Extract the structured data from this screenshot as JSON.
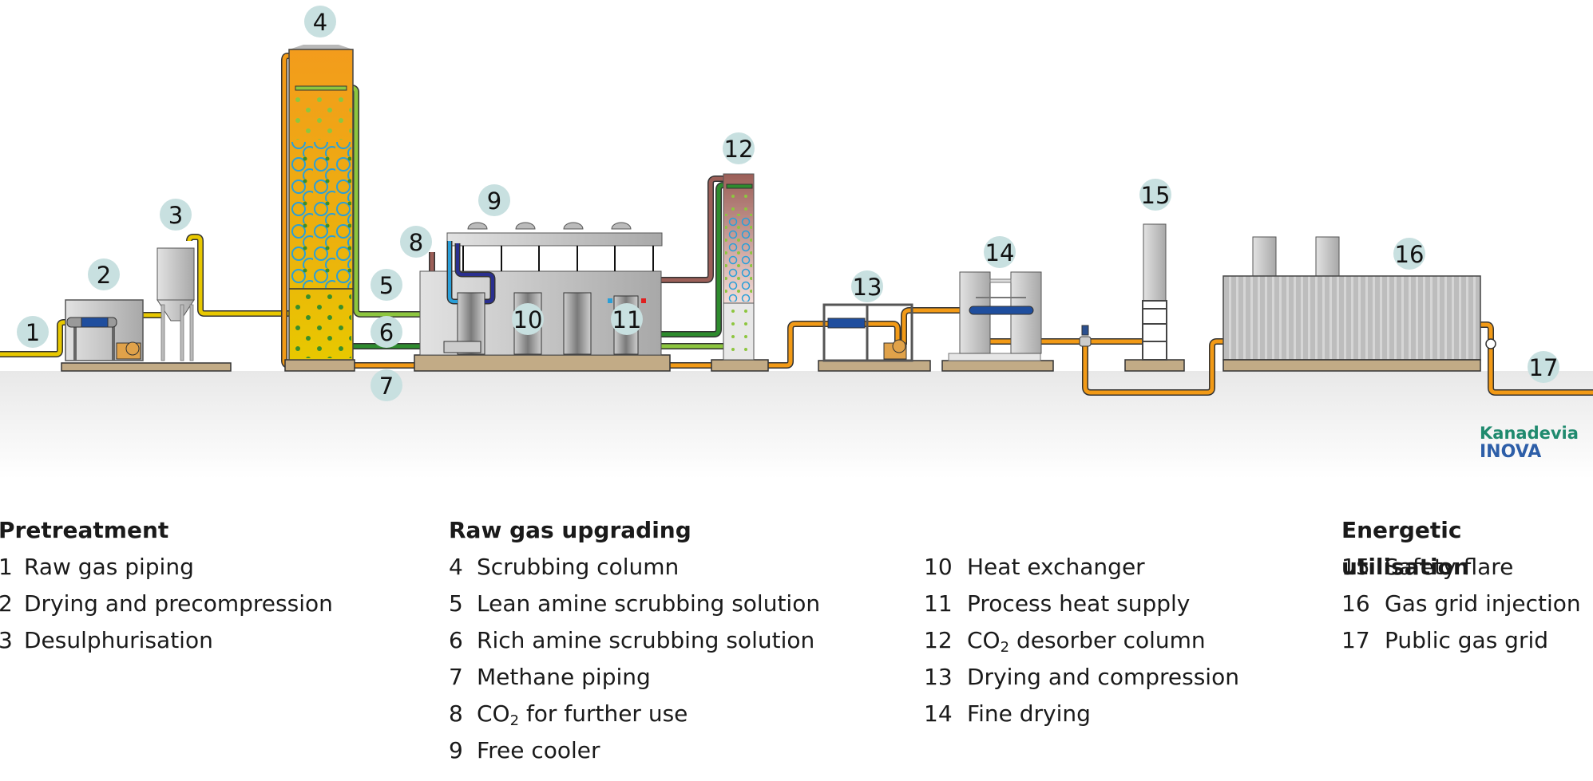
{
  "colors": {
    "badge": "#c8e0e0",
    "raw_gas_pipe": "#e8c800",
    "methane_pipe": "#f29a16",
    "lean_amine": "#8dc63f",
    "rich_amine": "#2e8b2e",
    "co2_pipe": "#9c5f58",
    "cold_water": "#2a9fd8",
    "warm_water": "#2a2f8f",
    "equipment_grey": "#c0c0c0",
    "foundation": "#c2ab86",
    "ground": "#ececec",
    "logo_green": "#1f8a6e",
    "logo_blue": "#2d5ea8"
  },
  "badges": [
    "1",
    "2",
    "3",
    "4",
    "5",
    "6",
    "7",
    "8",
    "9",
    "10",
    "11",
    "12",
    "13",
    "14",
    "15",
    "16",
    "17"
  ],
  "logo": {
    "line1": "Kanadevia",
    "line2": "INOVA"
  },
  "legend": {
    "pretreatment": {
      "title": "Pretreatment",
      "items": [
        {
          "num": "1",
          "label": "Raw gas piping"
        },
        {
          "num": "2",
          "label": "Drying and precompression"
        },
        {
          "num": "3",
          "label": "Desulphurisation"
        }
      ]
    },
    "upgrading": {
      "title": "Raw gas upgrading",
      "items": [
        {
          "num": "4",
          "label": "Scrubbing column"
        },
        {
          "num": "5",
          "label": "Lean amine scrubbing solution"
        },
        {
          "num": "6",
          "label": "Rich amine scrubbing solution"
        },
        {
          "num": "7",
          "label": "Methane piping"
        },
        {
          "num": "8",
          "label_pre": "CO",
          "label_sub": "2",
          "label_post": " for further use"
        },
        {
          "num": "9",
          "label": "Free cooler"
        }
      ]
    },
    "upgrading_cont": {
      "items": [
        {
          "num": "10",
          "label": "Heat exchanger"
        },
        {
          "num": "11",
          "label": "Process heat supply"
        },
        {
          "num": "12",
          "label_pre": "CO",
          "label_sub": "2",
          "label_post": " desorber column"
        },
        {
          "num": "13",
          "label": "Drying and compression"
        },
        {
          "num": "14",
          "label": "Fine drying"
        }
      ]
    },
    "utilisation": {
      "title": "Energetic utilisation",
      "items": [
        {
          "num": "15",
          "label": "Safety flare"
        },
        {
          "num": "16",
          "label": "Gas grid injection"
        },
        {
          "num": "17",
          "label": "Public gas grid"
        }
      ]
    }
  }
}
